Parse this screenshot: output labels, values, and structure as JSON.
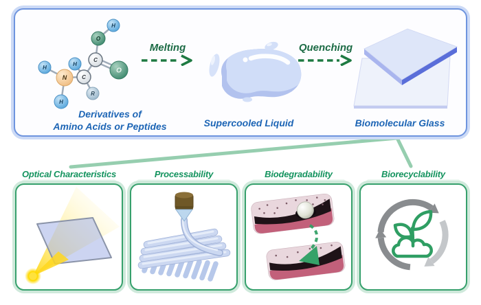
{
  "top_panel": {
    "molecule_caption_line1": "Derivatives of",
    "molecule_caption_line2": "Amino Acids or Peptides",
    "liquid_caption": "Supercooled Liquid",
    "glass_caption": "Biomolecular Glass",
    "melting_label": "Melting",
    "quenching_label": "Quenching",
    "molecule": {
      "atoms": [
        {
          "label": "H",
          "element": "hydrogen"
        },
        {
          "label": "O",
          "element": "oxygen"
        },
        {
          "label": "C",
          "element": "carbon"
        },
        {
          "label": "O",
          "element": "oxygen"
        },
        {
          "label": "H",
          "element": "hydrogen"
        },
        {
          "label": "C",
          "element": "carbon"
        },
        {
          "label": "N",
          "element": "nitrogen"
        },
        {
          "label": "H",
          "element": "hydrogen"
        },
        {
          "label": "H",
          "element": "hydrogen"
        },
        {
          "label": "R",
          "element": "r-group"
        }
      ]
    }
  },
  "properties": [
    {
      "title": "Optical Characteristics",
      "icon": "glass-pane-light-beam-icon"
    },
    {
      "title": "Processability",
      "icon": "printing-nozzle-lattice-icon"
    },
    {
      "title": "Biodegradability",
      "icon": "tissue-degradation-icon"
    },
    {
      "title": "Biorecyclability",
      "icon": "recycle-arrows-sprout-icon"
    }
  ],
  "colors": {
    "label_blue": "#1d65b5",
    "title_green": "#13935e",
    "arrow_green": "#1e7a42",
    "panel_border_blue": "#6e94de",
    "card_border_green": "#36a06c",
    "beam_yellow": "#ffd400",
    "glass_edge_blue": "#5a6ed9",
    "liquid_blue": "#cfdcf8",
    "sprout_green": "#2f9e63",
    "recycle_gray_dark": "#898c8f",
    "recycle_gray_light": "#c4c7ca",
    "nozzle_brown": "#6f5827",
    "tissue_pink": "#e9d7dd",
    "tissue_rose": "#c2607a"
  }
}
